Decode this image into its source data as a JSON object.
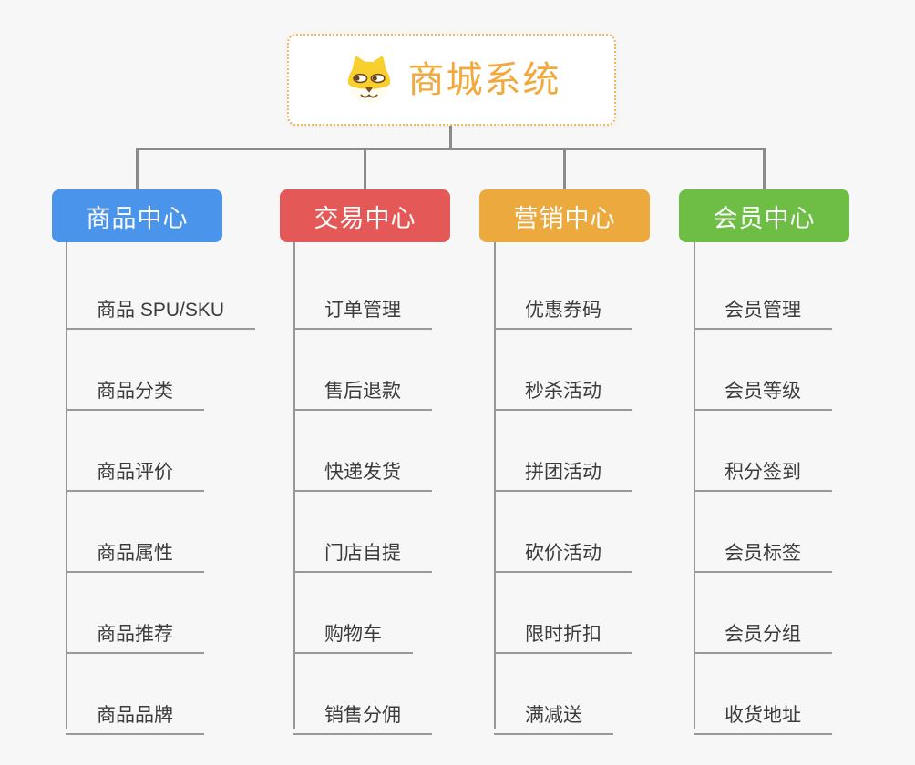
{
  "root": {
    "title": "商城系统",
    "icon": "shiba-dog-face-icon"
  },
  "colors": {
    "background": "#f7f7f7",
    "connector_gray": "#8b8b8b",
    "leaf_line_gray": "#999999",
    "leaf_text": "#3c3c3c",
    "root_text_orange": "#f2a93c",
    "root_border_orange": "#f3b45c",
    "branch_blue": "#4b94ec",
    "branch_red": "#e45858",
    "branch_orange": "#eba93e",
    "branch_green": "#6ebe45"
  },
  "branches": [
    {
      "label": "商品中心",
      "color": "#4b94ec",
      "items": [
        "商品 SPU/SKU",
        "商品分类",
        "商品评价",
        "商品属性",
        "商品推荐",
        "商品品牌"
      ]
    },
    {
      "label": "交易中心",
      "color": "#e45858",
      "items": [
        "订单管理",
        "售后退款",
        "快递发货",
        "门店自提",
        "购物车",
        "销售分佣"
      ]
    },
    {
      "label": "营销中心",
      "color": "#eba93e",
      "items": [
        "优惠券码",
        "秒杀活动",
        "拼团活动",
        "砍价活动",
        "限时折扣",
        "满减送"
      ]
    },
    {
      "label": "会员中心",
      "color": "#6ebe45",
      "items": [
        "会员管理",
        "会员等级",
        "积分签到",
        "会员标签",
        "会员分组",
        "收货地址"
      ]
    }
  ]
}
